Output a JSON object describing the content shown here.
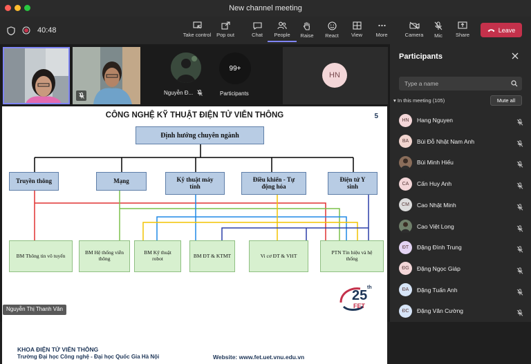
{
  "window": {
    "title": "New channel meeting"
  },
  "call": {
    "timer": "40:48"
  },
  "toolbar": {
    "take_control": "Take control",
    "pop_out": "Pop out",
    "chat": "Chat",
    "people": "People",
    "raise": "Raise",
    "react": "React",
    "view": "View",
    "more": "More",
    "camera": "Camera",
    "mic": "Mic",
    "share": "Share",
    "leave": "Leave"
  },
  "gallery": {
    "tile3_name": "Nguyễn Đ...",
    "count_value": "99+",
    "count_label": "Participants",
    "hn_initials": "HN"
  },
  "presenter_name": "Nguyễn Thị Thanh Vân",
  "slide": {
    "title": "CÔNG NGHỆ KỸ THUẬT ĐIỆN TỬ VIỄN THÔNG",
    "number": "5",
    "root": "Định hướng chuyên ngành",
    "branches": [
      "Truyền thông",
      "Mạng",
      "Kỹ thuật máy tính",
      "Điều khiển - Tự động hóa",
      "Điện tử Y sinh"
    ],
    "labs": [
      "BM Thông tin vô tuyến",
      "BM Hệ thống viễn thông",
      "BM Kỹ thuật robot",
      "BM ĐT & KTMT",
      "Vi cơ ĐT & VHT",
      "PTN Tín hiệu và hệ thống"
    ],
    "footer_faculty": "KHOA ĐIỆN TỬ VIỄN THÔNG",
    "footer_school": "Trường Đại học Công nghệ - Đại học Quốc Gia Hà Nội",
    "footer_web": "Website: www.fet.uet.vnu.edu.vn",
    "logo_text": "25th",
    "logo_sub": "FET"
  },
  "panel": {
    "title": "Participants",
    "search_placeholder": "Type a name",
    "section": "In this meeting (105)",
    "mute_all": "Mute all",
    "participants": [
      {
        "initials": "HN",
        "name": "Hang Nguyen",
        "color": "#f3d6d8",
        "photo": false
      },
      {
        "initials": "BA",
        "name": "Bùi Đỗ Nhật Nam Anh",
        "color": "#f2d5cf",
        "photo": false
      },
      {
        "initials": "",
        "name": "Bùi Minh Hiếu",
        "color": "#8a6d5a",
        "photo": true
      },
      {
        "initials": "CA",
        "name": "Cấn Huy Anh",
        "color": "#f3d6d8",
        "photo": false
      },
      {
        "initials": "CM",
        "name": "Cao Nhật Minh",
        "color": "#dcdcdc",
        "photo": false
      },
      {
        "initials": "",
        "name": "Cao Việt Long",
        "color": "#6f7f6a",
        "photo": true
      },
      {
        "initials": "ĐT",
        "name": "Đặng Đình Trung",
        "color": "#e3d3f3",
        "photo": false
      },
      {
        "initials": "ĐG",
        "name": "Đặng Ngọc Giáp",
        "color": "#f3d6d8",
        "photo": false
      },
      {
        "initials": "ĐA",
        "name": "Đặng Tuấn Anh",
        "color": "#d6e4f7",
        "photo": false
      },
      {
        "initials": "ĐC",
        "name": "Đặng Văn Cường",
        "color": "#d6e4f7",
        "photo": false
      }
    ]
  },
  "colors": {
    "accent": "#7f85f5",
    "leave": "#c4314b",
    "slide_box": "#b8cce4",
    "lab_box": "#d7f0cf"
  }
}
